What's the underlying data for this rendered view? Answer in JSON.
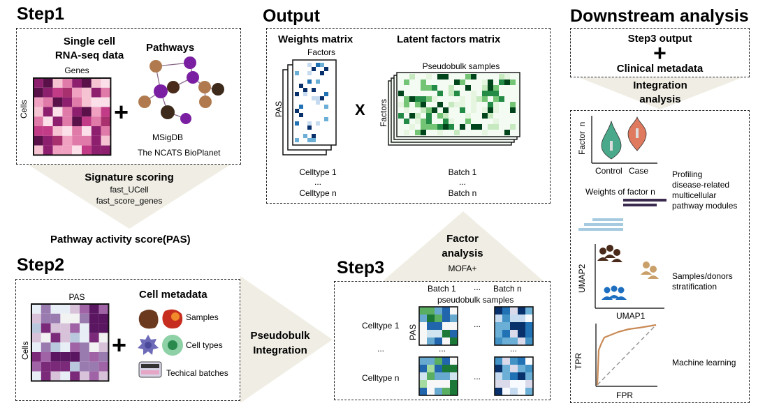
{
  "step1": {
    "title": "Step1",
    "scrna_title_1": "Single cell",
    "scrna_title_2": "RNA-seq data",
    "genes_label": "Genes",
    "cells_label": "Cells",
    "plus": "+",
    "pathways_title": "Pathways",
    "db1": "MSigDB",
    "db2": "The NCATS BioPlanet",
    "scoring_title": "Signature scoring",
    "scoring_fn1": "fast_UCell",
    "scoring_fn2": "fast_score_genes",
    "pas_output": "Pathway activity score(PAS)"
  },
  "output": {
    "title": "Output",
    "weights_title": "Weights matrix",
    "factors_label": "Factors",
    "pas_label": "PAS",
    "times": "X",
    "latent_title": "Latent factors matrix",
    "pseudobulk_label": "Pseudobulk samples",
    "factors_axis": "Factors",
    "celltype_1": "Celltype 1",
    "ellipsis": "...",
    "celltype_n": "Celltype n",
    "batch_1": "Batch 1",
    "batch_n": "Batch n"
  },
  "downstream": {
    "title": "Downstream analysis",
    "step3_output": "Step3 output",
    "plus": "+",
    "clinical": "Clinical metadata",
    "integration_1": "Integration",
    "integration_2": "analysis",
    "violin_ylabel": "Factor  n",
    "violin_x1": "Control",
    "violin_x2": "Case",
    "profiling_1": "Profiling",
    "profiling_2": "disease-related",
    "profiling_3": "multicellular",
    "profiling_4": "pathway modules",
    "weights_title": "Weights of factor n",
    "umap_y": "UMAP2",
    "umap_x": "UMAP1",
    "stratification_1": "Samples/donors",
    "stratification_2": "stratification",
    "roc_y": "TPR",
    "roc_x": "FPR",
    "ml": "Machine learning"
  },
  "step2": {
    "title": "Step2",
    "pas_label": "PAS",
    "cells_label": "Cells",
    "plus": "+",
    "meta_title": "Cell metadata",
    "samples": "Samples",
    "cell_types": "Cell types",
    "batches": "Techical batches",
    "pb_1": "Pseudobulk",
    "pb_2": "Integration"
  },
  "step3": {
    "title": "Step3",
    "fa_1": "Factor",
    "fa_2": "analysis",
    "mofa": "MOFA+",
    "batch_1": "Batch 1",
    "ellipsis": "...",
    "batch_n": "Batch n",
    "pb_samples": "pseudobulk samples",
    "celltype_1": "Celltype 1",
    "celltype_n": "Celltype n",
    "pas_label": "PAS"
  },
  "colors": {
    "magenta": "#8e1f6e",
    "green": "#2e8b4a",
    "blue": "#1e5fa0",
    "violin_green": "#4aa98a",
    "violin_orange": "#e07a5f"
  }
}
